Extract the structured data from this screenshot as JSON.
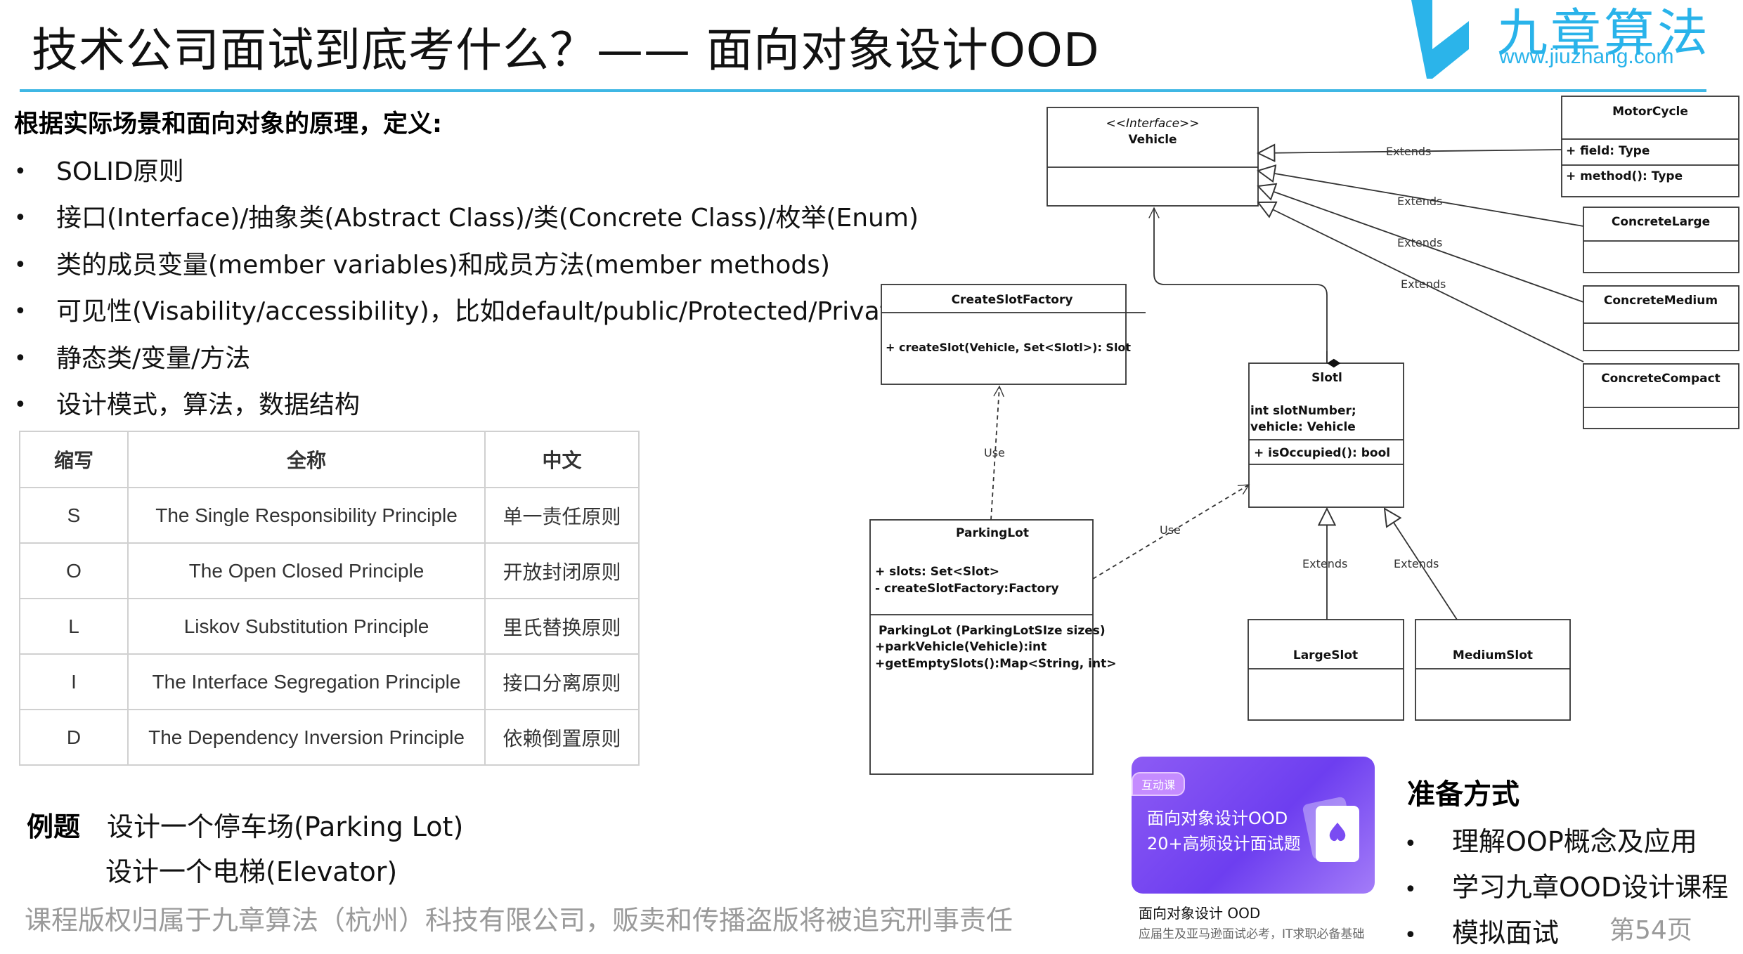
{
  "header": {
    "title": "技术公司面试到底考什么？—— 面向对象设计OOD",
    "logo_text": "九章算法",
    "logo_url": "www.jiuzhang.com",
    "accent_color": "#3fb7e4"
  },
  "intro": "根据实际场景和面向对象的原理，定义:",
  "bullets": [
    "SOLID原则",
    "接口(Interface)/抽象类(Abstract Class)/类(Concrete Class)/枚举(Enum)",
    "类的成员变量(member variables)和成员方法(member methods)",
    "可见性(Visability/accessibility)，比如default/public/Protected/Private",
    "静态类/变量/方法",
    "设计模式，算法，数据结构"
  ],
  "solid_table": {
    "headers": [
      "缩写",
      "全称",
      "中文"
    ],
    "rows": [
      [
        "S",
        "The Single Responsibility Principle",
        "单一责任原则"
      ],
      [
        "O",
        "The Open Closed Principle",
        "开放封闭原则"
      ],
      [
        "L",
        "Liskov Substitution Principle",
        "里氏替换原则"
      ],
      [
        "I",
        "The Interface Segregation Principle",
        "接口分离原则"
      ],
      [
        "D",
        "The Dependency Inversion Principle",
        "依赖倒置原则"
      ]
    ]
  },
  "example": {
    "label": "例题",
    "items": [
      "设计一个停车场(Parking Lot)",
      "设计一个电梯(Elevator)"
    ]
  },
  "copyright": "课程版权归属于九章算法（杭州）科技有限公司，贩卖和传播盗版将被追究刑事责任",
  "uml": {
    "vehicle": {
      "stereotype": "<<Interface>>",
      "name": "Vehicle"
    },
    "motorcycle": {
      "name": "MotorCycle",
      "attr": "+ field: Type",
      "method": "+ method(): Type"
    },
    "concrete_large": {
      "name": "ConcreteLarge"
    },
    "concrete_medium": {
      "name": "ConcreteMedium"
    },
    "concrete_compact": {
      "name": "ConcreteCompact"
    },
    "create_slot_factory": {
      "name": "CreateSlotFactory",
      "method": "+ createSlot(Vehicle, Set<Slotl>): Slot"
    },
    "slot": {
      "name": "Slotl",
      "attr1": "int slotNumber;",
      "attr2": "vehicle: Vehicle",
      "method": "+ isOccupied(): bool"
    },
    "parking_lot": {
      "name": "ParkingLot",
      "attr1": "+ slots: Set<Slot>",
      "attr2": "- createSlotFactory:Factory",
      "method1": "ParkingLot (ParkingLotSIze sizes)",
      "method2": "+parkVehicle(Vehicle):int",
      "method3": "+getEmptySlots():Map<String, int>"
    },
    "large_slot": {
      "name": "LargeSlot"
    },
    "medium_slot": {
      "name": "MediumSlot"
    },
    "labels": {
      "extends": "Extends",
      "use": "Use"
    }
  },
  "course": {
    "badge": "互动课",
    "line1": "面向对象设计OOD",
    "line2": "20+高频设计面试题",
    "name": "面向对象设计 OOD",
    "desc": "应届生及亚马逊面试必考，IT求职必备基础"
  },
  "prep": {
    "title": "准备方式",
    "items": [
      "理解OOP概念及应用",
      "学习九章OOD设计课程",
      "模拟面试"
    ]
  },
  "page_number": "第54页"
}
